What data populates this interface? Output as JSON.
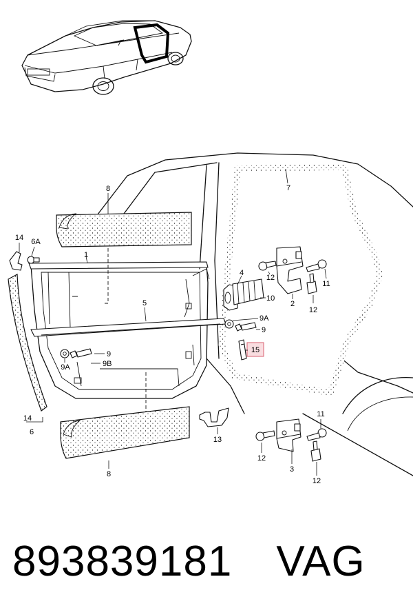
{
  "diagram": {
    "callouts": {
      "c1": "1",
      "c2": "2",
      "c3": "3",
      "c4": "4",
      "c5": "5",
      "c6": "6",
      "c6A": "6A",
      "c7": "7",
      "c8_top": "8",
      "c8_bottom": "8",
      "c9_right": "9",
      "c9_left": "9",
      "c9A_right": "9A",
      "c9A_left": "9A",
      "c9B": "9B",
      "c10": "10",
      "c11_top": "11",
      "c11_bottom": "11",
      "c12_a": "12",
      "c12_b": "12",
      "c12_c": "12",
      "c12_d": "12",
      "c13": "13",
      "c14_top": "14",
      "c14_bottom": "14",
      "c15": "15"
    },
    "highlighted_callout": "15",
    "highlight_color": "#e97882"
  },
  "footer": {
    "part_number": "893839181",
    "brand": "VAG"
  }
}
